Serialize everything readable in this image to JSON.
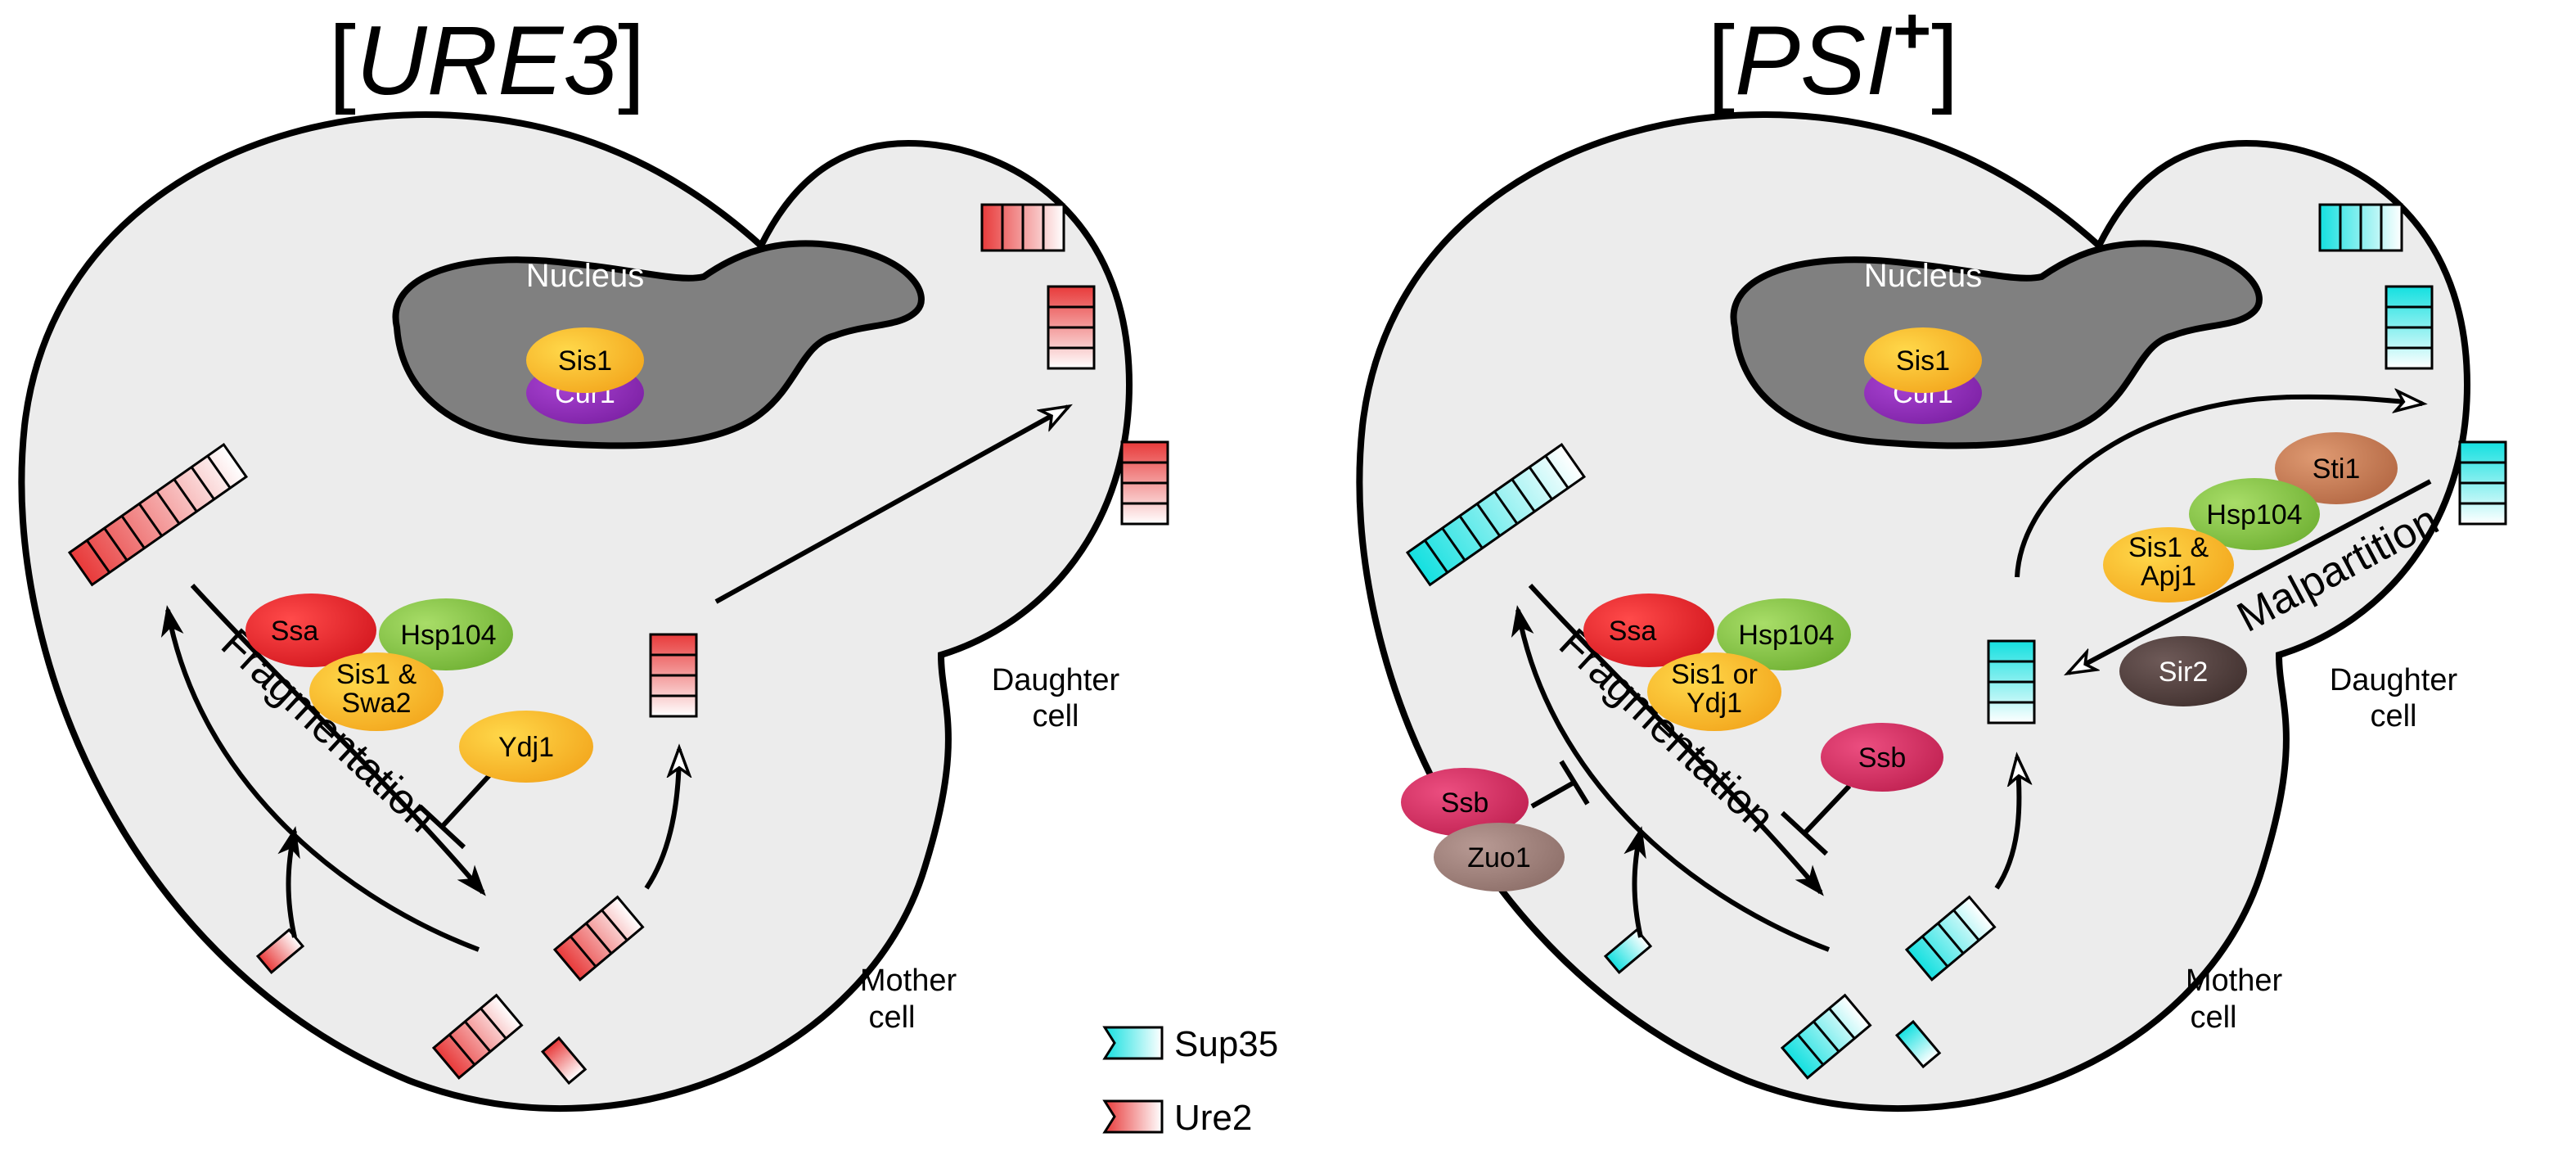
{
  "colors": {
    "sup35": "#33e6e6",
    "ure2": "#ef5a5a",
    "cell_fill": "#ececec",
    "nucleus_fill": "#808080",
    "ssa": "#e8262a",
    "hsp104": "#86c440",
    "sis1": "#f7b81c",
    "cur1": "#8e2bb5",
    "ssb": "#d42a5e",
    "zuo1": "#9b7d77",
    "sti1": "#c47a52",
    "sir2": "#5a4644"
  },
  "panels": [
    {
      "title_main": "URE3",
      "title_sup": "",
      "nucleus": "Nucleus",
      "daughter_label": [
        "Daughter",
        "cell"
      ],
      "mother_label": [
        "Mother",
        "cell"
      ],
      "process": "Fragmentation",
      "proteins": {
        "sis1": "Sis1",
        "cur1": "Cur1",
        "ssa": "Ssa",
        "hsp104": "Hsp104",
        "cochap": [
          "Sis1 &",
          "Swa2"
        ],
        "ydj1": "Ydj1"
      }
    },
    {
      "title_main": "PSI",
      "title_sup": "+",
      "nucleus": "Nucleus",
      "daughter_label": [
        "Daughter",
        "cell"
      ],
      "mother_label": [
        "Mother",
        "cell"
      ],
      "process": "Fragmentation",
      "process2": "Malpartition",
      "proteins": {
        "sis1": "Sis1",
        "cur1": "Cur1",
        "ssa": "Ssa",
        "hsp104": "Hsp104",
        "cochap": [
          "Sis1 or",
          "Ydj1"
        ],
        "ssb_center": "Ssb",
        "ssb_left": "Ssb",
        "zuo1": "Zuo1",
        "sti1": "Sti1",
        "hsp104_b": "Hsp104",
        "sis1_apj1": [
          "Sis1 &",
          "Apj1"
        ],
        "sir2": "Sir2"
      }
    }
  ],
  "legend": [
    {
      "label": "Sup35",
      "icon": "sup35-fibril-icon"
    },
    {
      "label": "Ure2",
      "icon": "ure2-fibril-icon"
    }
  ]
}
